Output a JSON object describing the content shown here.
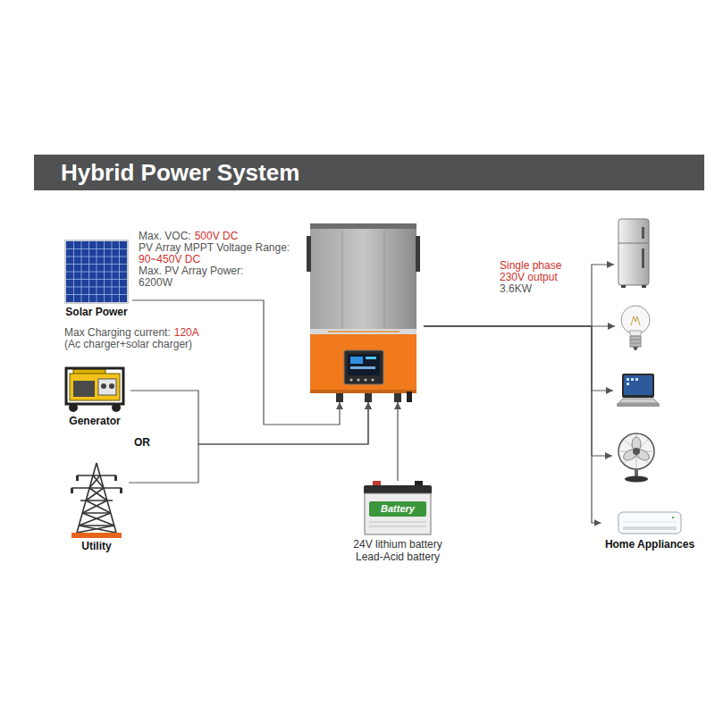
{
  "diagram": {
    "title": "Hybrid Power System",
    "nodes": [
      {
        "text": [
          "Solar Power"
        ]
      },
      {
        "text": [
          "Generator"
        ]
      },
      {
        "text": [
          "Utility"
        ]
      },
      {
        "text": []
      },
      {
        "text": [
          "Battery",
          "24V lithium battery Lead-Acid battery"
        ]
      },
      {
        "text": []
      },
      {
        "text": []
      },
      {
        "text": []
      },
      {
        "text": []
      },
      {
        "text": [
          "Home Appliances"
        ]
      }
    ],
    "edges": [
      {
        "from": 0,
        "to": 3,
        "arrow": "to"
      },
      {
        "from": 1,
        "to": 3,
        "arrow": "to"
      },
      {
        "from": 2,
        "to": 3,
        "arrow": "to"
      },
      {
        "from": 4,
        "to": 3,
        "arrow": "to"
      },
      {
        "from": 3,
        "to": 5,
        "arrow": "to"
      },
      {
        "from": 3,
        "to": 6,
        "arrow": "to"
      },
      {
        "from": 3,
        "to": 7,
        "arrow": "to"
      },
      {
        "from": 3,
        "to": 8,
        "arrow": "to"
      },
      {
        "from": 3,
        "to": 9,
        "arrow": "to"
      }
    ],
    "labels": [
      "Max. VOC:",
      "500V DC",
      "PV Array MPPT Voltage Range:",
      "90~450V DC",
      "Max. PV Array Power:",
      "6200W",
      "Max Charging current:",
      "120A",
      "(Ac charger+solar charger)",
      "OR",
      "Single phase",
      "230V output",
      "3.6KW"
    ]
  }
}
